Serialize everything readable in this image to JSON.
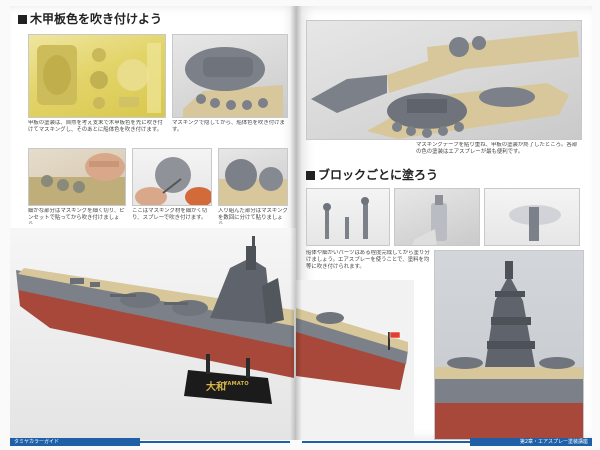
{
  "left_page": {
    "heading": "木甲板色を吹き付けよう",
    "captions": [
      "甲板の塗装は、自然を考え支末で木甲板色を先に吹き付けてマスキングし、そのあとに船体色を吹き付けます。",
      "マスキングで隠してから、船体色を吹き付けます。",
      "細かな部分はマスキングを細く切り、ピンセットで貼ってから吹き付けましょう。",
      "ここはマスキング材を細かく切り、スプレーで吹き付けます。",
      "入り組んだ部分はマスキングを数回に分けて貼りましょう。"
    ],
    "model_label": "YAMATO",
    "model_kanji": "大和",
    "footer": "タミヤカラーガイド"
  },
  "right_page": {
    "captions": [
      "マスキングテープを貼り重ね、甲板の塗装が終了したところ。各部の色の塗装はエアスプレーが最も便利です。",
      "船体や細かいパーツはある程度完成してから塗り分けましょう。エアスプレーを使うことで、塗料を均等に吹き付けられます。"
    ],
    "heading": "ブロックごとに塗ろう",
    "footer": "第2章・エアスプレー塗装講座"
  },
  "colors": {
    "deck": "#d8c79a",
    "hull_grey": "#7c8088",
    "hull_red": "#a8483a",
    "masking": "#e3d46a",
    "footer_blue": "#1f5fa8"
  }
}
